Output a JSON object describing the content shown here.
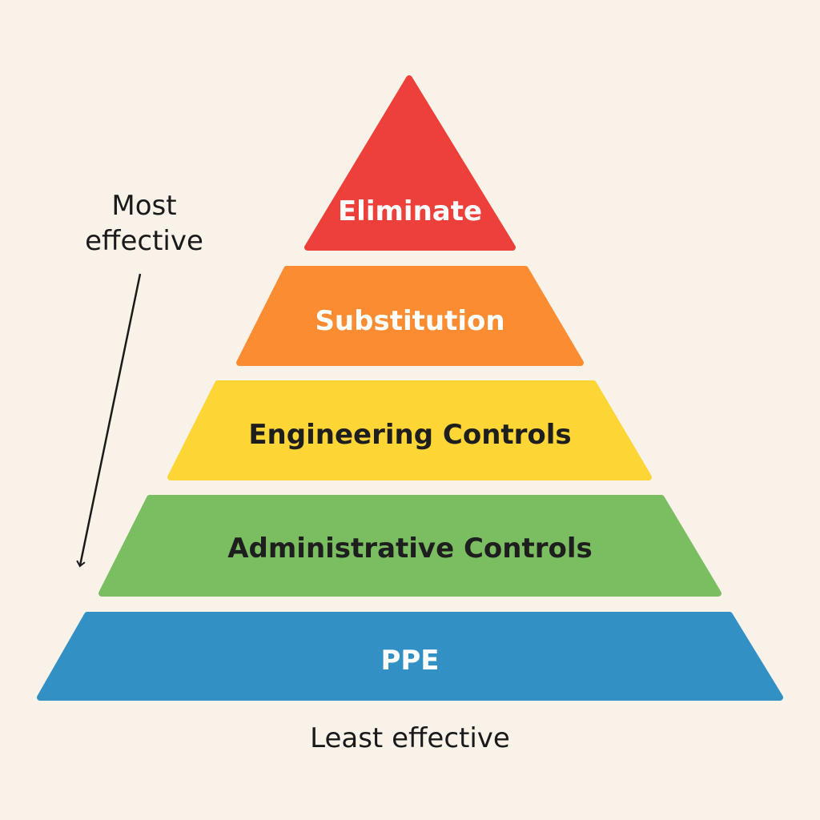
{
  "diagram": {
    "tiers": [
      {
        "label": "Eliminate",
        "color": "#EE403A",
        "text_color": "#FFFFFF"
      },
      {
        "label": "Substitution",
        "color": "#FB8C32",
        "text_color": "#FFFFFF"
      },
      {
        "label": "Engineering Controls",
        "color": "#FDD535",
        "text_color": "#1E1E1E"
      },
      {
        "label": "Administrative Controls",
        "color": "#7BBE62",
        "text_color": "#1E1E1E"
      },
      {
        "label": "PPE",
        "color": "#3390C4",
        "text_color": "#FFFFFF"
      }
    ],
    "top_label_line1": "Most",
    "top_label_line2": "effective",
    "bottom_label": "Least effective",
    "background": "#F8F2E9"
  }
}
